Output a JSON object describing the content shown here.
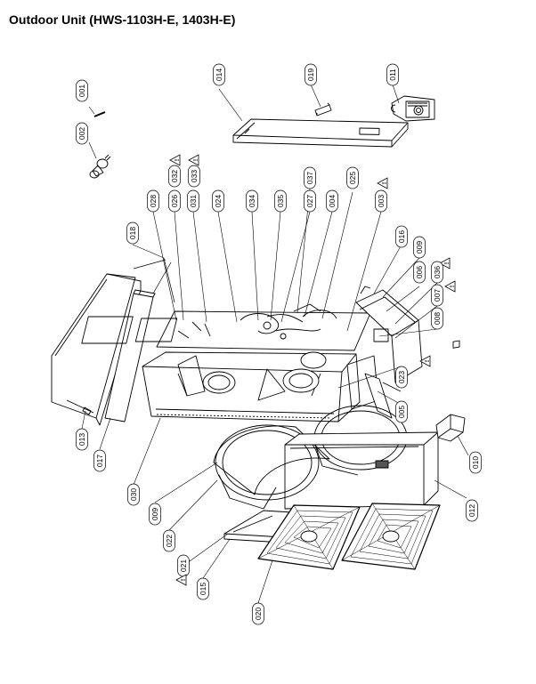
{
  "title": "Outdoor Unit (HWS-1103H-E, 1403H-E)",
  "warning_symbol": "!",
  "colors": {
    "line": "#000000",
    "fill": "#ffffff",
    "grey": "#cfcfcf",
    "dark": "#555555"
  },
  "parts": [
    {
      "id": "p001",
      "label": "001",
      "warning": false
    },
    {
      "id": "p002",
      "label": "002",
      "warning": false
    },
    {
      "id": "p014",
      "label": "014",
      "warning": false
    },
    {
      "id": "p019",
      "label": "019",
      "warning": false
    },
    {
      "id": "p011",
      "label": "011",
      "warning": false
    },
    {
      "id": "p032",
      "label": "032",
      "warning": true
    },
    {
      "id": "p033",
      "label": "033",
      "warning": true
    },
    {
      "id": "p028",
      "label": "028",
      "warning": false
    },
    {
      "id": "p026",
      "label": "026",
      "warning": false
    },
    {
      "id": "p031",
      "label": "031",
      "warning": false
    },
    {
      "id": "p024",
      "label": "024",
      "warning": false
    },
    {
      "id": "p034",
      "label": "034",
      "warning": false
    },
    {
      "id": "p035",
      "label": "035",
      "warning": false
    },
    {
      "id": "p027",
      "label": "027",
      "warning": false
    },
    {
      "id": "p037",
      "label": "037",
      "warning": false
    },
    {
      "id": "p004",
      "label": "004",
      "warning": false
    },
    {
      "id": "p025",
      "label": "025",
      "warning": false
    },
    {
      "id": "p003",
      "label": "003",
      "warning": true
    },
    {
      "id": "p018",
      "label": "018",
      "warning": false
    },
    {
      "id": "p016",
      "label": "016",
      "warning": false
    },
    {
      "id": "p009a",
      "label": "009",
      "warning": false
    },
    {
      "id": "p006",
      "label": "006",
      "warning": true
    },
    {
      "id": "p036",
      "label": "036",
      "warning": false
    },
    {
      "id": "p007",
      "label": "007",
      "warning": true
    },
    {
      "id": "p008",
      "label": "008",
      "warning": false
    },
    {
      "id": "p023",
      "label": "023",
      "warning": true
    },
    {
      "id": "p005",
      "label": "005",
      "warning": false
    },
    {
      "id": "p013",
      "label": "013",
      "warning": false
    },
    {
      "id": "p017",
      "label": "017",
      "warning": false
    },
    {
      "id": "p030",
      "label": "030",
      "warning": false
    },
    {
      "id": "p009b",
      "label": "009",
      "warning": false
    },
    {
      "id": "p010",
      "label": "010",
      "warning": false
    },
    {
      "id": "p012",
      "label": "012",
      "warning": false
    },
    {
      "id": "p022",
      "label": "022",
      "warning": false
    },
    {
      "id": "p021",
      "label": "021",
      "warning": true
    },
    {
      "id": "p015",
      "label": "015",
      "warning": false
    },
    {
      "id": "p020",
      "label": "020",
      "warning": false
    }
  ]
}
